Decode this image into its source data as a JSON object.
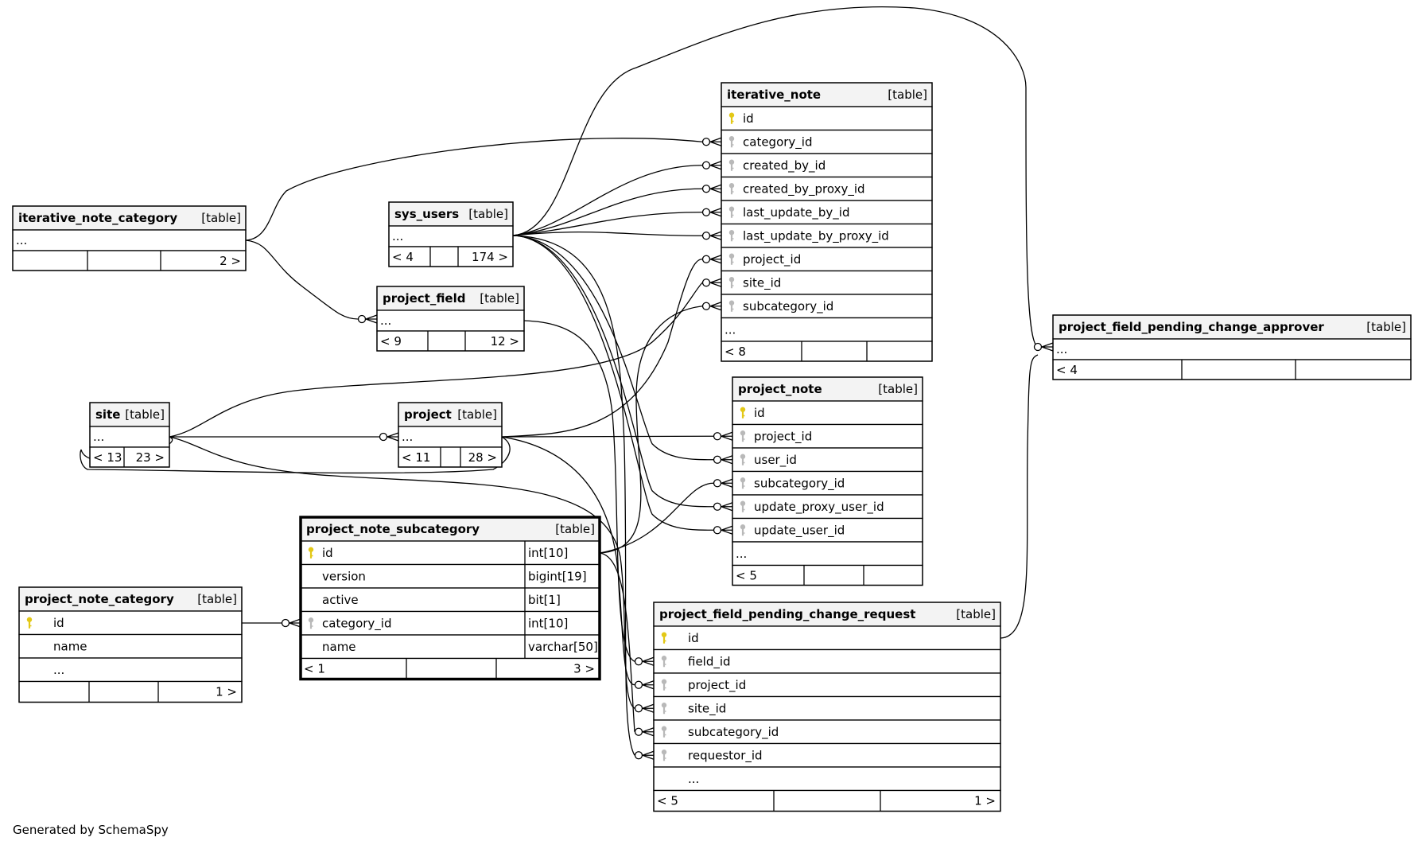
{
  "colors": {
    "primary_key": "#e3c816",
    "foreign_key": "#b9b9b9",
    "header_fill": "#f3f3f3",
    "line": "#000000"
  },
  "footer": {
    "generated_by": "Generated by SchemaSpy"
  },
  "tables": {
    "iterative_note_category": {
      "name": "iterative_note_category",
      "tag": "[table]",
      "rows": [
        {
          "name": "..."
        }
      ],
      "nav": [
        "",
        "",
        "2 >"
      ]
    },
    "sys_users": {
      "name": "sys_users",
      "tag": "[table]",
      "rows": [
        {
          "name": "..."
        }
      ],
      "nav": [
        "< 4",
        "",
        "174 >"
      ]
    },
    "project_field": {
      "name": "project_field",
      "tag": "[table]",
      "rows": [
        {
          "name": "..."
        }
      ],
      "nav": [
        "< 9",
        "",
        "12 >"
      ]
    },
    "iterative_note": {
      "name": "iterative_note",
      "tag": "[table]",
      "rows": [
        {
          "name": "id",
          "key": "pk"
        },
        {
          "name": "category_id",
          "key": "fk"
        },
        {
          "name": "created_by_id",
          "key": "fk"
        },
        {
          "name": "created_by_proxy_id",
          "key": "fk"
        },
        {
          "name": "last_update_by_id",
          "key": "fk"
        },
        {
          "name": "last_update_by_proxy_id",
          "key": "fk"
        },
        {
          "name": "project_id",
          "key": "fk"
        },
        {
          "name": "site_id",
          "key": "fk"
        },
        {
          "name": "subcategory_id",
          "key": "fk"
        },
        {
          "name": "..."
        }
      ],
      "nav": [
        "< 8",
        "",
        ""
      ]
    },
    "project_field_pending_change_approver": {
      "name": "project_field_pending_change_approver",
      "tag": "[table]",
      "rows": [
        {
          "name": "..."
        }
      ],
      "nav": [
        "< 4",
        "",
        ""
      ]
    },
    "site": {
      "name": "site",
      "tag": "[table]",
      "rows": [
        {
          "name": "..."
        }
      ],
      "nav": [
        "< 13",
        "23 >"
      ]
    },
    "project": {
      "name": "project",
      "tag": "[table]",
      "rows": [
        {
          "name": "..."
        }
      ],
      "nav": [
        "< 11",
        "",
        "28 >"
      ]
    },
    "project_note": {
      "name": "project_note",
      "tag": "[table]",
      "rows": [
        {
          "name": "id",
          "key": "pk"
        },
        {
          "name": "project_id",
          "key": "fk"
        },
        {
          "name": "user_id",
          "key": "fk"
        },
        {
          "name": "subcategory_id",
          "key": "fk"
        },
        {
          "name": "update_proxy_user_id",
          "key": "fk"
        },
        {
          "name": "update_user_id",
          "key": "fk"
        },
        {
          "name": "..."
        }
      ],
      "nav": [
        "< 5",
        "",
        ""
      ]
    },
    "project_note_subcategory": {
      "name": "project_note_subcategory",
      "tag": "[table]",
      "rows": [
        {
          "name": "id",
          "key": "pk",
          "type": "int[10]"
        },
        {
          "name": "version",
          "type": "bigint[19]"
        },
        {
          "name": "active",
          "type": "bit[1]"
        },
        {
          "name": "category_id",
          "key": "fk",
          "type": "int[10]"
        },
        {
          "name": "name",
          "type": "varchar[50]"
        }
      ],
      "nav": [
        "< 1",
        "",
        "3 >"
      ]
    },
    "project_note_category": {
      "name": "project_note_category",
      "tag": "[table]",
      "rows": [
        {
          "name": "id",
          "key": "pk"
        },
        {
          "name": "name"
        },
        {
          "name": "..."
        }
      ],
      "nav": [
        "",
        "",
        "1 >"
      ]
    },
    "project_field_pending_change_request": {
      "name": "project_field_pending_change_request",
      "tag": "[table]",
      "rows": [
        {
          "name": "id",
          "key": "pk"
        },
        {
          "name": "field_id",
          "key": "fk"
        },
        {
          "name": "project_id",
          "key": "fk"
        },
        {
          "name": "site_id",
          "key": "fk"
        },
        {
          "name": "subcategory_id",
          "key": "fk"
        },
        {
          "name": "requestor_id",
          "key": "fk"
        },
        {
          "name": "..."
        }
      ],
      "nav": [
        "< 5",
        "",
        "1 >"
      ]
    }
  }
}
